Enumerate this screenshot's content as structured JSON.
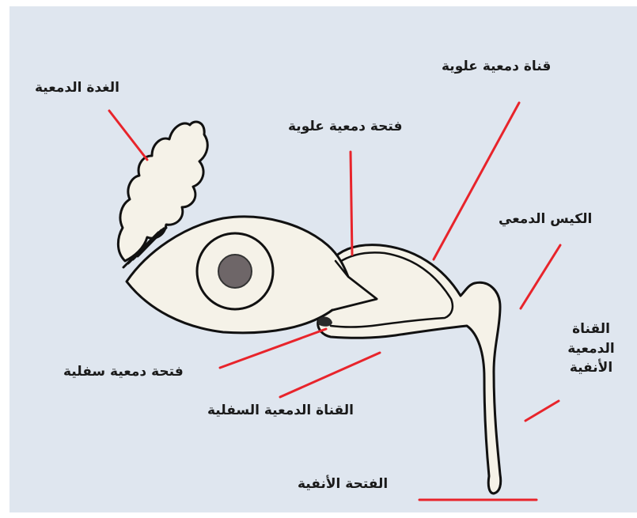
{
  "labels": {
    "lacrimal_gland": "الغدة الدمعية",
    "upper_punctum": "فتحة دمعية علوية",
    "upper_canaliculus": "قناة دمعية علوية",
    "lacrimal_sac": "الكيس الدمعي",
    "nasolacrimal_duct": [
      "القناة",
      "الدمعية",
      "الأنفية"
    ],
    "lower_punctum": "فتحة دمعية سفلية",
    "lower_canaliculus": "القناة الدمعية السفلية",
    "nasal_opening": "الفتحة الأنفية"
  },
  "colors": {
    "board": "#dfe6ef",
    "outline": "#111111",
    "fill": "#f5f2e8",
    "leader": "#e8242b",
    "pupil": "#6e6668"
  }
}
